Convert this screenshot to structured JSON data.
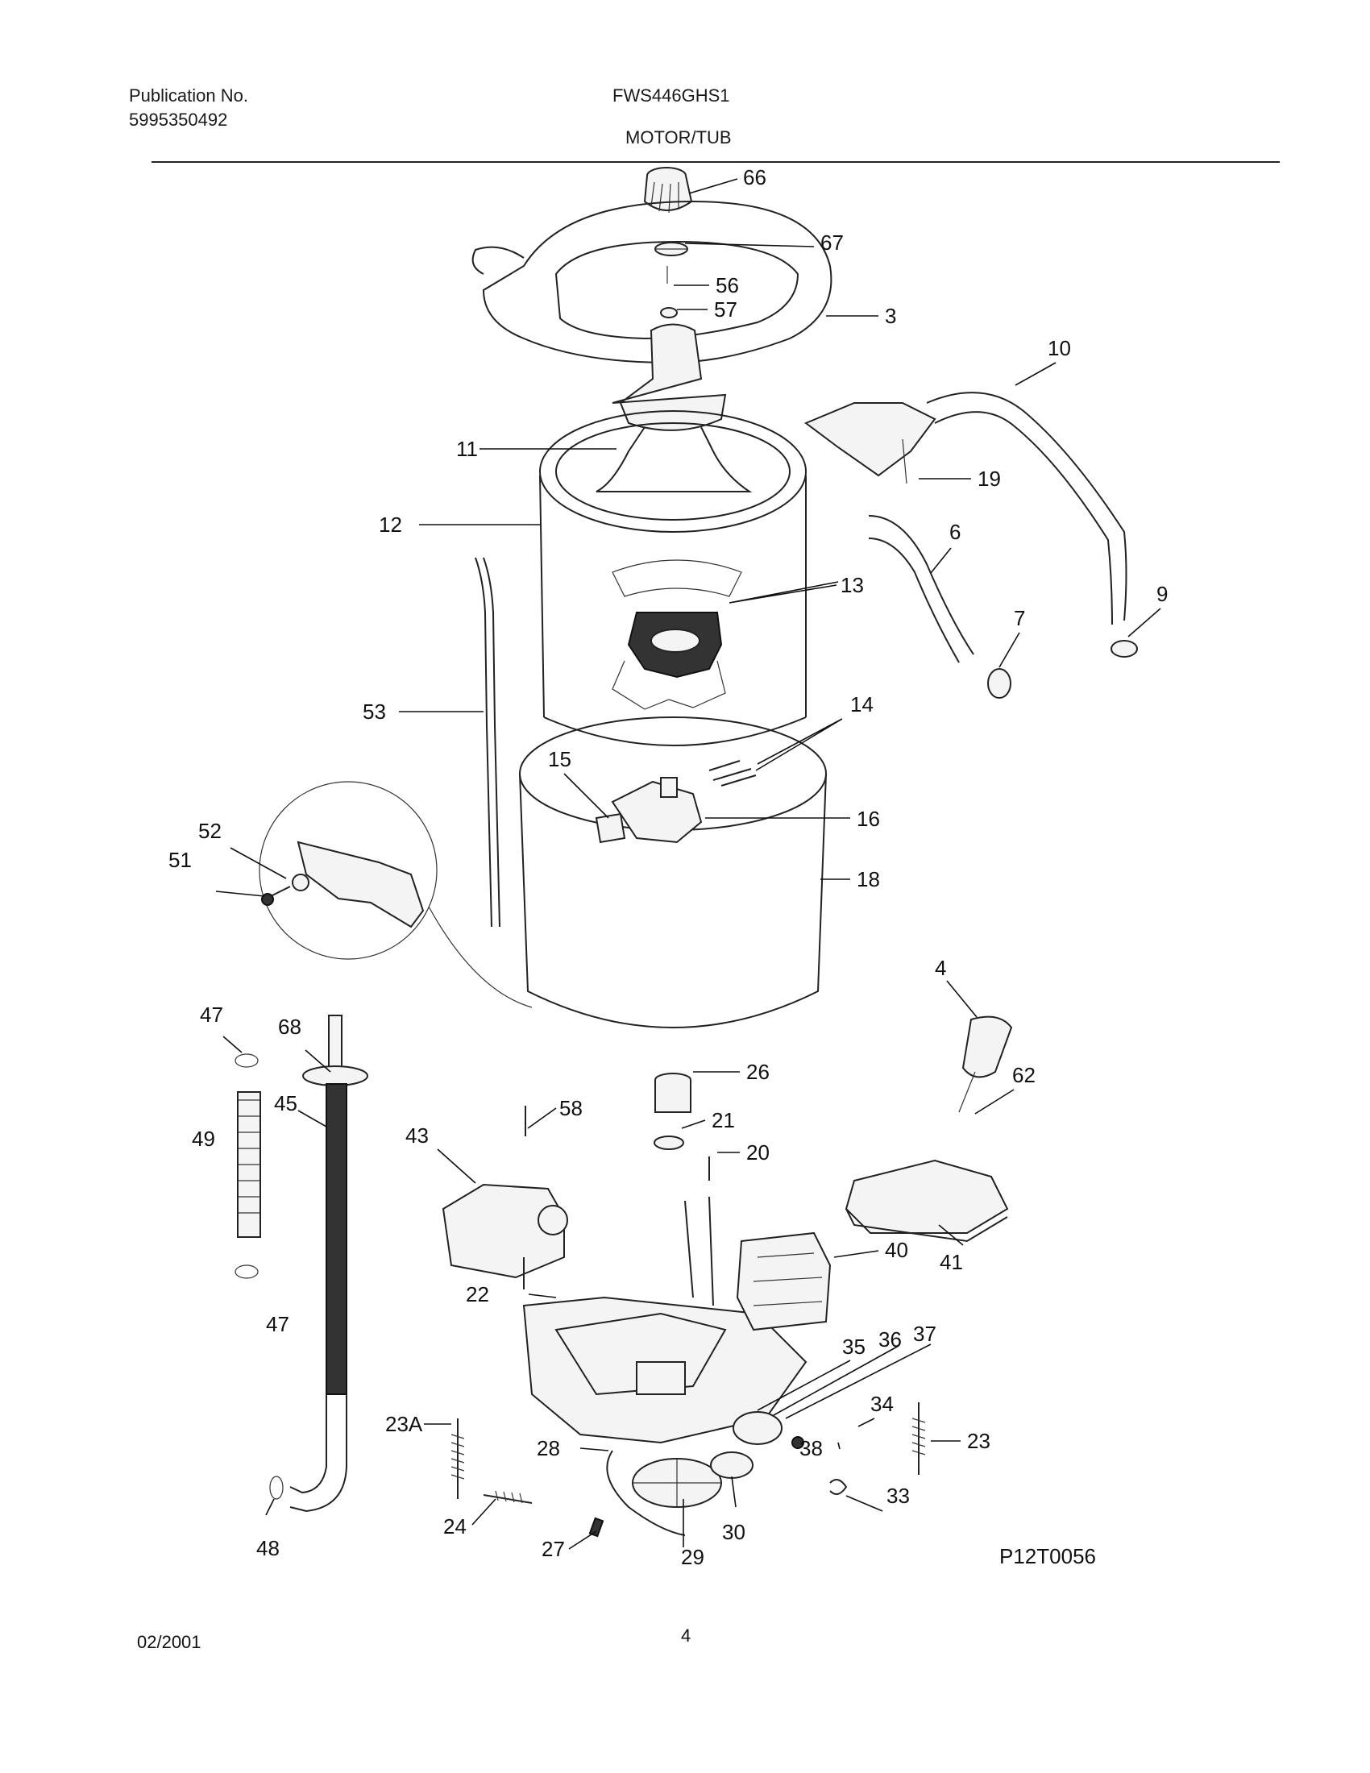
{
  "header": {
    "publication_label": "Publication No.",
    "publication_number": "5995350492",
    "model": "FWS446GHS1",
    "section_title": "MOTOR/TUB"
  },
  "diagram": {
    "code": "P12T0056",
    "callouts": [
      "66",
      "67",
      "56",
      "57",
      "3",
      "10",
      "19",
      "11",
      "12",
      "13",
      "6",
      "7",
      "9",
      "53",
      "14",
      "15",
      "16",
      "52",
      "51",
      "18",
      "4",
      "62",
      "47",
      "68",
      "45",
      "49",
      "58",
      "43",
      "26",
      "21",
      "20",
      "40",
      "41",
      "22",
      "35",
      "36",
      "37",
      "34",
      "38",
      "23A",
      "23",
      "33",
      "28",
      "24",
      "27",
      "29",
      "30",
      "48"
    ]
  },
  "footer": {
    "date": "02/2001",
    "page_number": "4"
  }
}
